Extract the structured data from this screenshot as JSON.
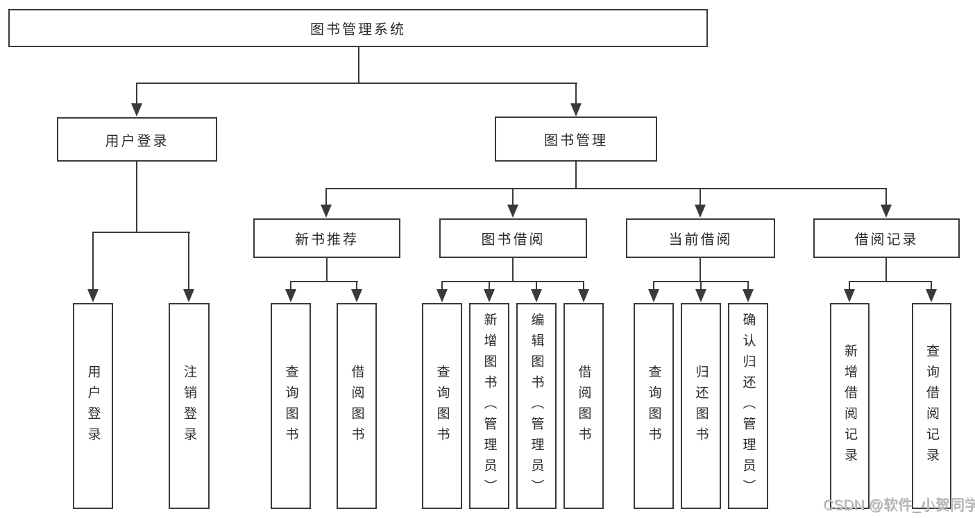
{
  "root": {
    "label": "图书管理系统"
  },
  "branches": {
    "user_login": {
      "label": "用户登录",
      "children": [
        {
          "label": "用户登录"
        },
        {
          "label": "注销登录"
        }
      ]
    },
    "book_mgmt": {
      "label": "图书管理",
      "children": [
        {
          "label": "新书推荐",
          "children": [
            {
              "label": "查询图书"
            },
            {
              "label": "借阅图书"
            }
          ]
        },
        {
          "label": "图书借阅",
          "children": [
            {
              "label": "查询图书"
            },
            {
              "label": "新增图书（管理员）"
            },
            {
              "label": "编辑图书（管理员）"
            },
            {
              "label": "借阅图书"
            }
          ]
        },
        {
          "label": "当前借阅",
          "children": [
            {
              "label": "查询图书"
            },
            {
              "label": "归还图书"
            },
            {
              "label": "确认归还（管理员）"
            }
          ]
        },
        {
          "label": "借阅记录",
          "children": [
            {
              "label": "新增借阅记录"
            },
            {
              "label": "查询借阅记录"
            }
          ]
        }
      ]
    }
  },
  "watermark": "CSDN @软件_小贺同学",
  "colors": {
    "line": "#3a3a3a",
    "text": "#2b2b2b",
    "background": "#ffffff",
    "watermark": "#c2c2c2"
  }
}
